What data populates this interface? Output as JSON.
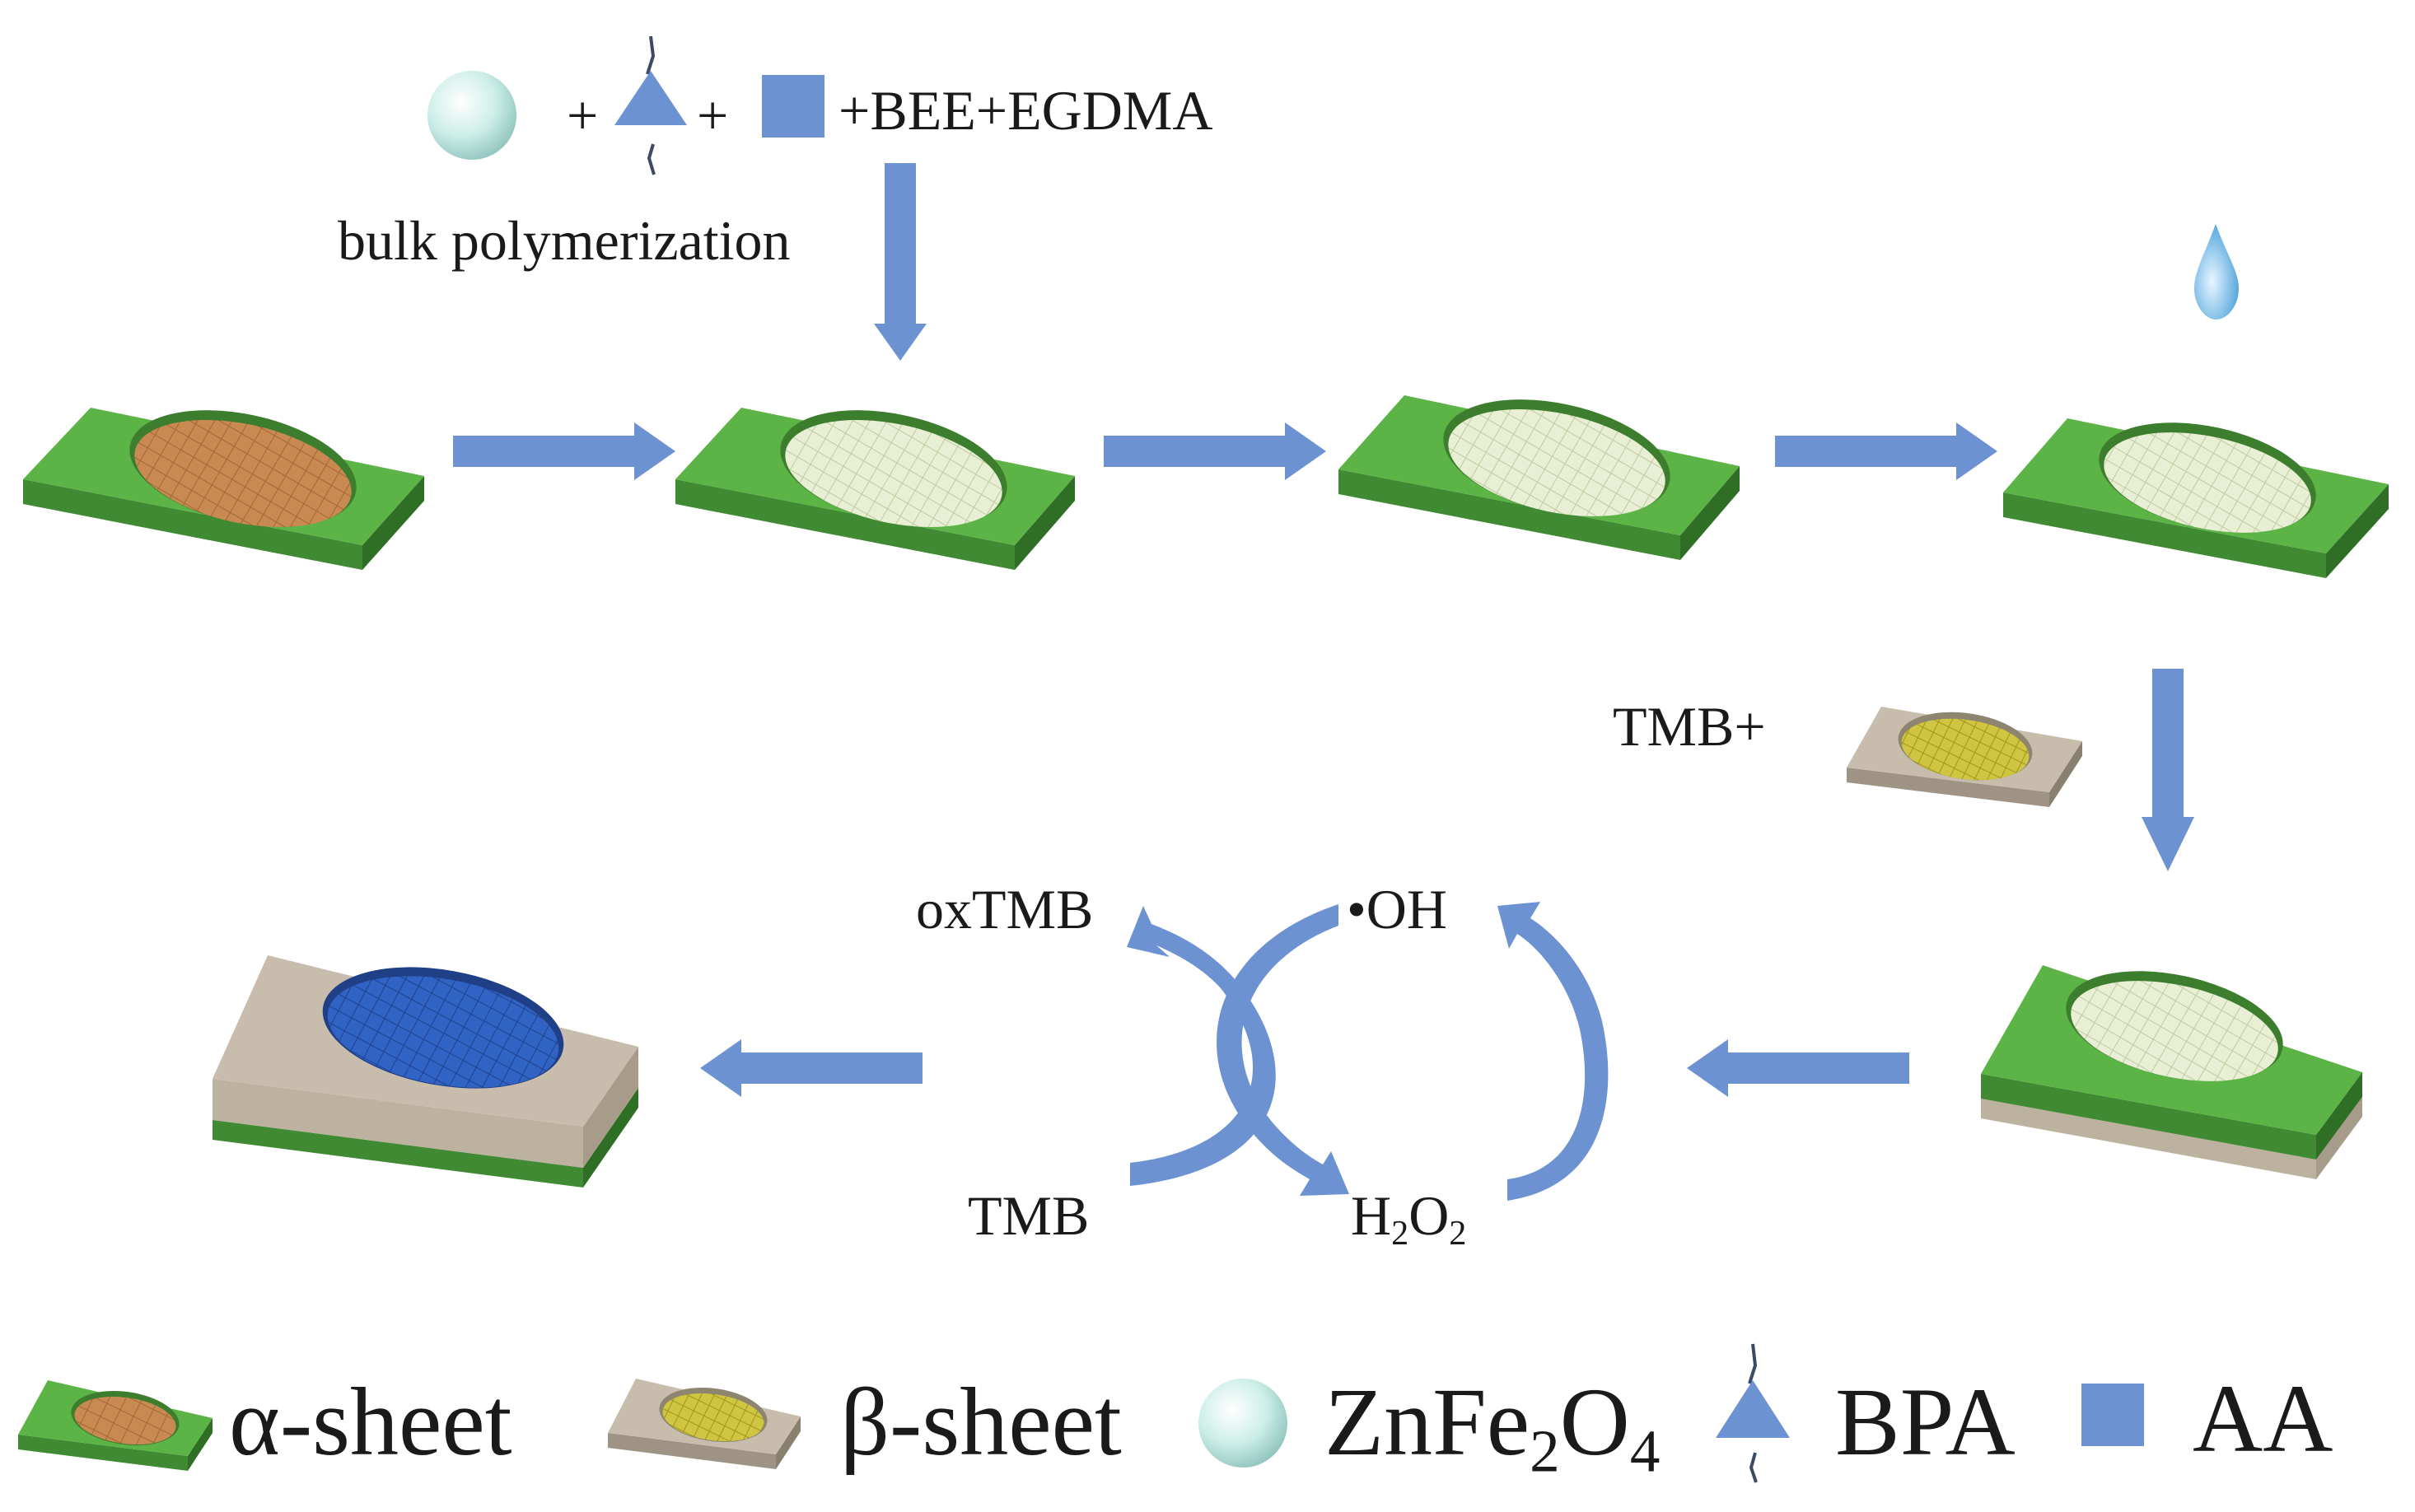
{
  "reagents": {
    "plus1": "+",
    "plus2": "+",
    "rest": "+BEE+EGDMA",
    "step_label": "bulk polymerization"
  },
  "tmb_plus": "TMB+",
  "cycle": {
    "oxtmb": "oxTMB",
    "oh": "•OH",
    "tmb": "TMB",
    "h2o2_h": "H",
    "h2o2_2a": "2",
    "h2o2_o": "O",
    "h2o2_2b": "2"
  },
  "legend": {
    "alpha": "α-sheet",
    "beta": "β-sheet",
    "zn_main": "ZnFe",
    "zn_sub2": "2",
    "zn_o": "O",
    "zn_sub4": "4",
    "bpa": "BPA",
    "aa": "AA"
  },
  "colors": {
    "green": "#5cb346",
    "beige": "#c8bcad",
    "arrow_blue": "#6d92d2",
    "orange_well": "#c98a52",
    "pale_well": "#e6eed2",
    "yellow_well": "#cfc540",
    "blue_well": "#2f5fc0",
    "sphere": "#c9ece6"
  }
}
